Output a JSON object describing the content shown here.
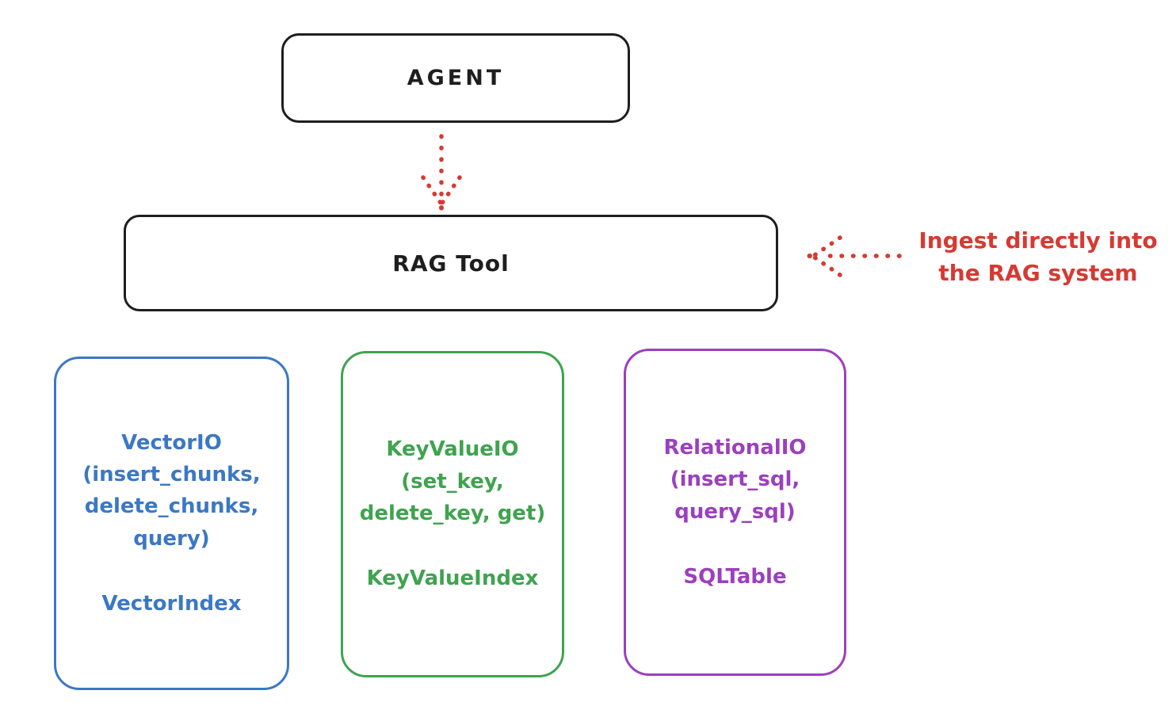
{
  "diagram": {
    "agent": {
      "label": "AGENT"
    },
    "rag_tool": {
      "label": "RAG Tool"
    },
    "annotation": {
      "line1": "Ingest directly into",
      "line2": "the RAG system"
    },
    "backends": [
      {
        "name": "VectorIO",
        "method_lines": [
          "(insert_chunks,",
          "delete_chunks,",
          "query)"
        ],
        "index_class": "VectorIndex",
        "color": "#3b78c4"
      },
      {
        "name": "KeyValueIO",
        "method_lines": [
          "(set_key,",
          "delete_key, get)"
        ],
        "index_class": "KeyValueIndex",
        "color": "#3fa34f"
      },
      {
        "name": "RelationalIO",
        "method_lines": [
          "(insert_sql,",
          "query_sql)"
        ],
        "index_class": "SQLTable",
        "color": "#9c3fbe"
      }
    ],
    "colors": {
      "stroke": "#1e1e1e",
      "arrow_red": "#d63a32",
      "blue": "#3b78c4",
      "green": "#3fa34f",
      "purple": "#9c3fbe",
      "background": "#ffffff"
    }
  }
}
